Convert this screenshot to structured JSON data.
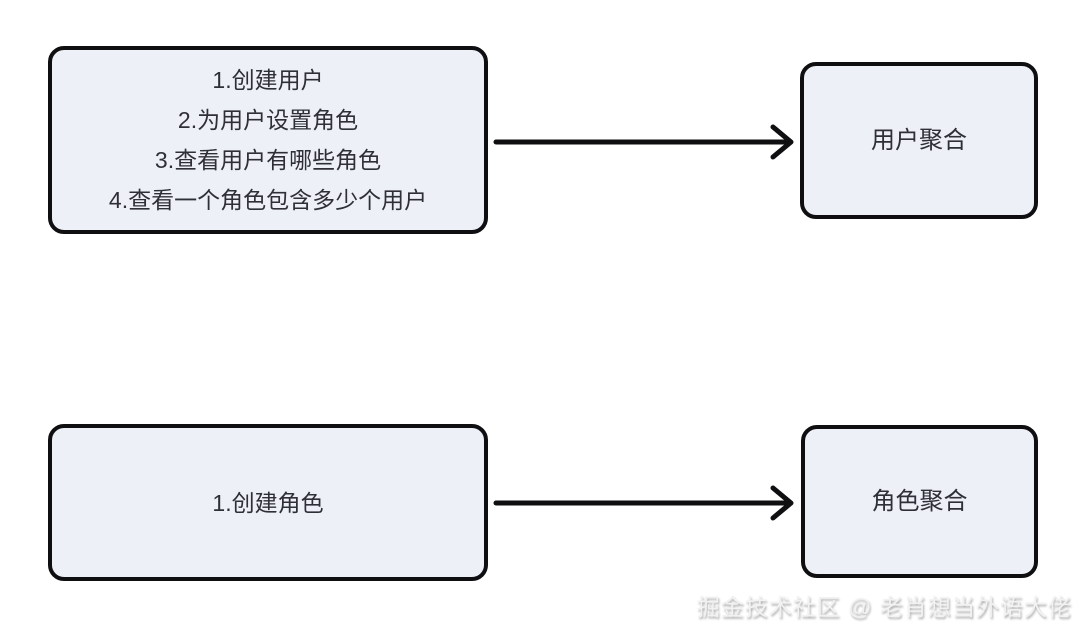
{
  "diagram": {
    "background_color": "#ffffff",
    "node_fill_color": "#eef0f8",
    "node_border_color": "#0f0f12",
    "text_color": "#2f2f38",
    "arrow_color": "#0f0f12",
    "rows": [
      {
        "source": {
          "lines": [
            "1.创建用户",
            "2.为用户设置角色",
            "3.查看用户有哪些角色",
            "4.查看一个角色包含多少个用户"
          ]
        },
        "target": {
          "label": "用户聚合"
        }
      },
      {
        "source": {
          "lines": [
            "1.创建角色"
          ]
        },
        "target": {
          "label": "角色聚合"
        }
      }
    ],
    "watermark": "掘金技术社区 @ 老肖想当外语大佬"
  }
}
